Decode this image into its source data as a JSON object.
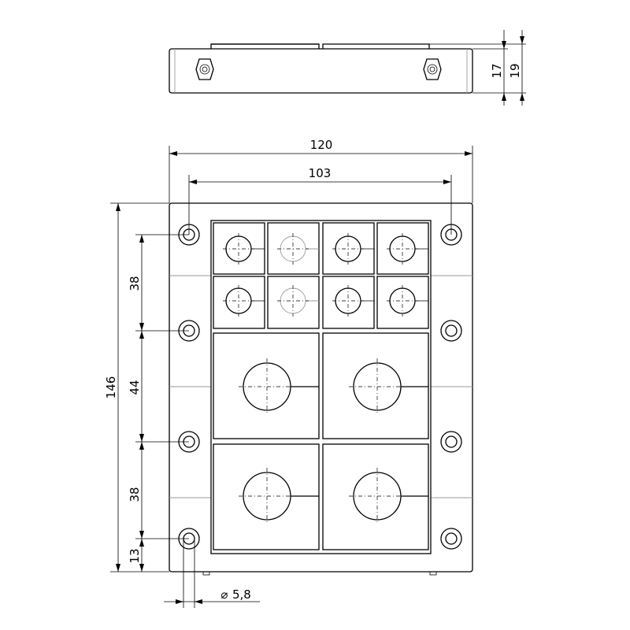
{
  "dimensions": {
    "side_height_inner": "17",
    "side_height_outer": "19",
    "overall_width": "120",
    "hole_spacing": "103",
    "overall_height": "146",
    "pitch_top": "38",
    "pitch_middle": "44",
    "pitch_bottom": "38",
    "edge_offset": "13",
    "hole_diameter": "5,8",
    "diameter_symbol": "⌀"
  },
  "layout": {
    "small_module_rows": 2,
    "small_module_columns": 4,
    "large_module_rows": 2,
    "large_module_columns": 2,
    "mounting_holes_per_side": 4
  }
}
